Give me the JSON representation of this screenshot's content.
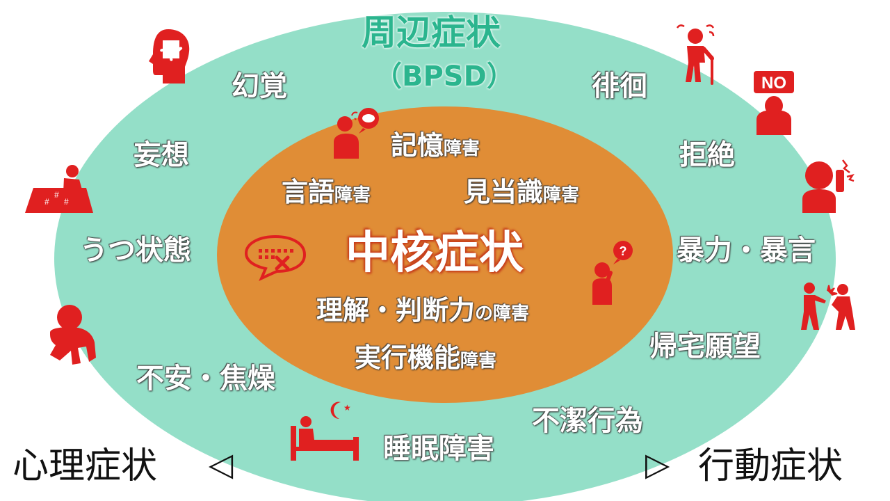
{
  "colors": {
    "outer_ellipse": "#94dfc8",
    "inner_ellipse": "#e08d36",
    "icon_red": "#e02020",
    "title_green": "#2bb58e"
  },
  "peripheral": {
    "title": "周辺症状",
    "subtitle": "（BPSD）"
  },
  "core": {
    "title": "中核症状",
    "items": {
      "memory": {
        "main": "記憶",
        "suffix": "障害"
      },
      "language": {
        "main": "言語",
        "suffix": "障害"
      },
      "orientation": {
        "main": "見当識",
        "suffix": "障害"
      },
      "judgment": {
        "main": "理解・判断力",
        "suffix": "の障害"
      },
      "executive": {
        "main": "実行機能",
        "suffix": "障害"
      }
    }
  },
  "psychological": {
    "label": "心理症状",
    "arrow": "◁",
    "items": {
      "hallucination": "幻覚",
      "delusion": "妄想",
      "depression": "うつ状態",
      "anxiety": "不安・焦燥",
      "sleep": "睡眠障害"
    }
  },
  "behavioral": {
    "label": "行動症状",
    "arrow": "▷",
    "items": {
      "wandering": "徘徊",
      "refusal": "拒絶",
      "violence": "暴力・暴言",
      "homecoming": "帰宅願望",
      "unclean": "不潔行為"
    }
  },
  "icons": {
    "puzzle_head": "puzzle-head-icon",
    "wandering_person": "wandering-person-icon",
    "no_sign": "no-sign-icon",
    "memory_person": "thinking-person-icon",
    "crouching_person": "crouching-person-icon",
    "angry_phone": "angry-phone-icon",
    "speech_bubble": "speech-bubble-x-icon",
    "confused_person": "confused-person-icon",
    "fighting_people": "fighting-people-icon",
    "hugging_knees": "hugging-knees-icon",
    "sleep_bed": "sleeping-bed-icon",
    "no_text": "NO"
  }
}
